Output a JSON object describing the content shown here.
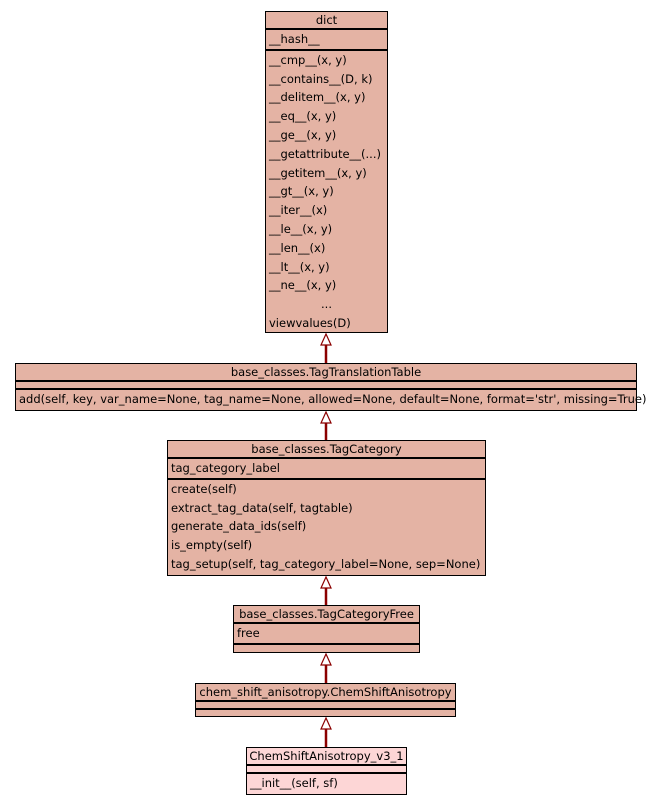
{
  "diagram": {
    "classes": [
      {
        "id": "dict",
        "name": "dict",
        "attributes": [
          "__hash__"
        ],
        "methods": [
          "__cmp__(x, y)",
          "__contains__(D, k)",
          "__delitem__(x, y)",
          "__eq__(x, y)",
          "__ge__(x, y)",
          "__getattribute__(...)",
          "__getitem__(x, y)",
          "__gt__(x, y)",
          "__iter__(x)",
          "__le__(x, y)",
          "__len__(x)",
          "__lt__(x, y)",
          "__ne__(x, y)",
          "...",
          "viewvalues(D)"
        ],
        "highlighted": false
      },
      {
        "id": "tag-translation-table",
        "name": "base_classes.TagTranslationTable",
        "attributes": [],
        "methods": [
          "add(self, key, var_name=None, tag_name=None, allowed=None, default=None, format='str', missing=True)"
        ],
        "highlighted": false
      },
      {
        "id": "tag-category",
        "name": "base_classes.TagCategory",
        "attributes": [
          "tag_category_label"
        ],
        "methods": [
          "create(self)",
          "extract_tag_data(self, tagtable)",
          "generate_data_ids(self)",
          "is_empty(self)",
          "tag_setup(self, tag_category_label=None, sep=None)"
        ],
        "highlighted": false
      },
      {
        "id": "tag-category-free",
        "name": "base_classes.TagCategoryFree",
        "attributes": [
          "free"
        ],
        "methods": [],
        "highlighted": false
      },
      {
        "id": "chem-shift-anisotropy",
        "name": "chem_shift_anisotropy.ChemShiftAnisotropy",
        "attributes": [],
        "methods": [],
        "highlighted": false
      },
      {
        "id": "chem-shift-anisotropy-v3-1",
        "name": "ChemShiftAnisotropy_v3_1",
        "attributes": [],
        "methods": [
          "__init__(self, sf)"
        ],
        "highlighted": true
      }
    ],
    "inheritance": [
      {
        "child": "tag-translation-table",
        "parent": "dict"
      },
      {
        "child": "tag-category",
        "parent": "tag-translation-table"
      },
      {
        "child": "tag-category-free",
        "parent": "tag-category"
      },
      {
        "child": "chem-shift-anisotropy",
        "parent": "tag-category-free"
      },
      {
        "child": "chem-shift-anisotropy-v3-1",
        "parent": "chem-shift-anisotropy"
      }
    ],
    "colors": {
      "class_fill": "#e4b3a4",
      "highlight_fill": "#fdd6d6",
      "border": "#000000",
      "edge": "#8b0000"
    }
  }
}
